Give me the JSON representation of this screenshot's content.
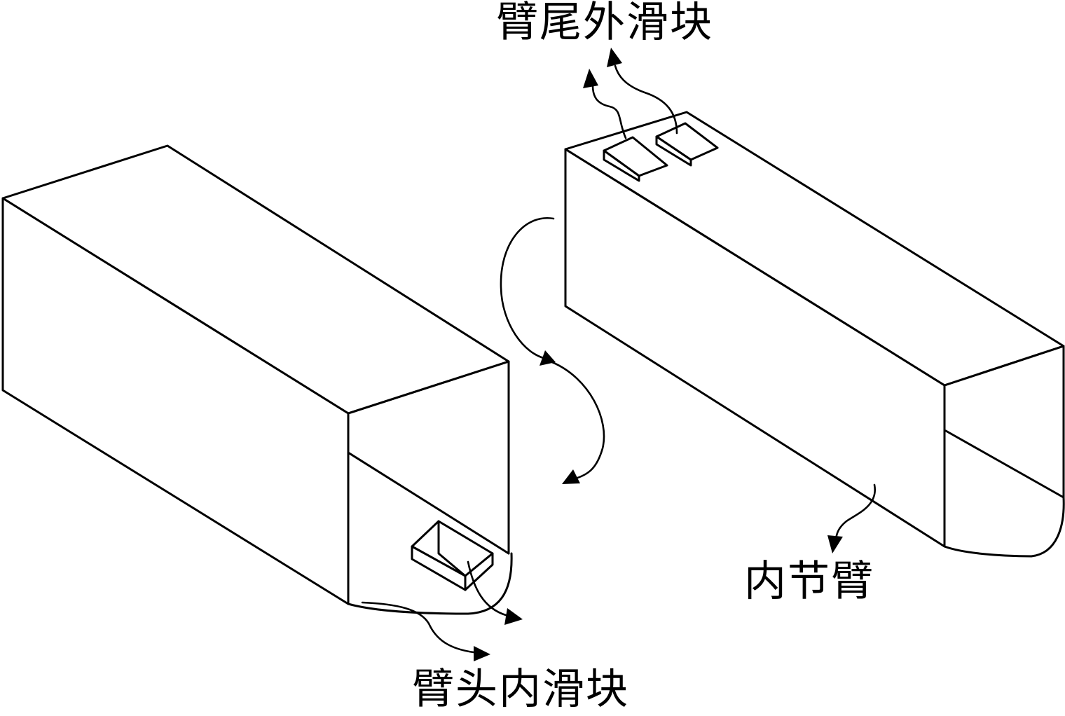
{
  "labels": {
    "tail_outer_slider": "臂尾外滑块",
    "head_inner_slider": "臂头内滑块",
    "inner_section_arm": "内节臂"
  },
  "colors": {
    "line": "#000000",
    "background": "#ffffff"
  }
}
